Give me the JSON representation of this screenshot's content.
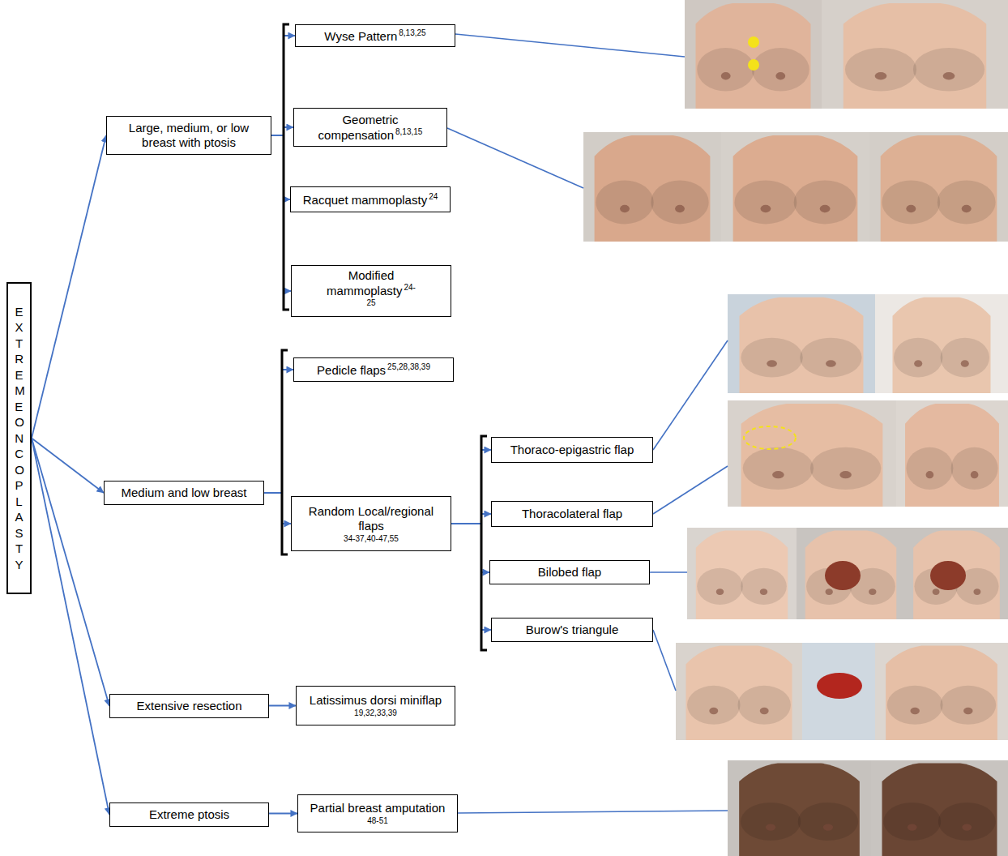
{
  "diagram": {
    "nodes": [
      {
        "text": [
          "EXTREME ONCOPLASTY"
        ]
      },
      {
        "text": [
          "Large, medium, or low breast with ptosis"
        ]
      },
      {
        "text": [
          "Wyse Pattern",
          "8,13,25"
        ]
      },
      {
        "text": [
          "Geometric compensation",
          "8,13,15"
        ]
      },
      {
        "text": [
          "Racquet mammoplasty",
          "24"
        ]
      },
      {
        "text": [
          "Modified mammoplasty",
          "24-25"
        ]
      },
      {
        "text": [
          "Medium and low breast"
        ]
      },
      {
        "text": [
          "Pedicle flaps",
          "25,28,38,39"
        ]
      },
      {
        "text": [
          "Random Local/regional flaps",
          "34-37,40-47,55"
        ]
      },
      {
        "text": [
          "Thoraco-epigastric flap"
        ]
      },
      {
        "text": [
          "Thoracolateral flap"
        ]
      },
      {
        "text": [
          "Bilobed flap"
        ]
      },
      {
        "text": [
          "Burow's triangule"
        ]
      },
      {
        "text": [
          "Extensive resection"
        ]
      },
      {
        "text": [
          "Latissimus dorsi miniflap",
          "19,32,33,39"
        ]
      },
      {
        "text": [
          "Extreme ptosis"
        ]
      },
      {
        "text": [
          "Partial breast amputation",
          "48-51"
        ]
      }
    ],
    "edges": [
      {
        "from": 0,
        "to": 1,
        "arrow": "to"
      },
      {
        "from": 0,
        "to": 6,
        "arrow": "to"
      },
      {
        "from": 0,
        "to": 13,
        "arrow": "to"
      },
      {
        "from": 0,
        "to": 15,
        "arrow": "to"
      },
      {
        "from": 1,
        "to": 2,
        "arrow": "to"
      },
      {
        "from": 1,
        "to": 3,
        "arrow": "to"
      },
      {
        "from": 1,
        "to": 4,
        "arrow": "to"
      },
      {
        "from": 1,
        "to": 5,
        "arrow": "to"
      },
      {
        "from": 6,
        "to": 7,
        "arrow": "to"
      },
      {
        "from": 6,
        "to": 8,
        "arrow": "to"
      },
      {
        "from": 8,
        "to": 9,
        "arrow": "to"
      },
      {
        "from": 8,
        "to": 10,
        "arrow": "to"
      },
      {
        "from": 8,
        "to": 11,
        "arrow": "to"
      },
      {
        "from": 8,
        "to": 12,
        "arrow": "to"
      },
      {
        "from": 13,
        "to": 14,
        "arrow": "to"
      },
      {
        "from": 15,
        "to": 16,
        "arrow": "to"
      }
    ]
  }
}
